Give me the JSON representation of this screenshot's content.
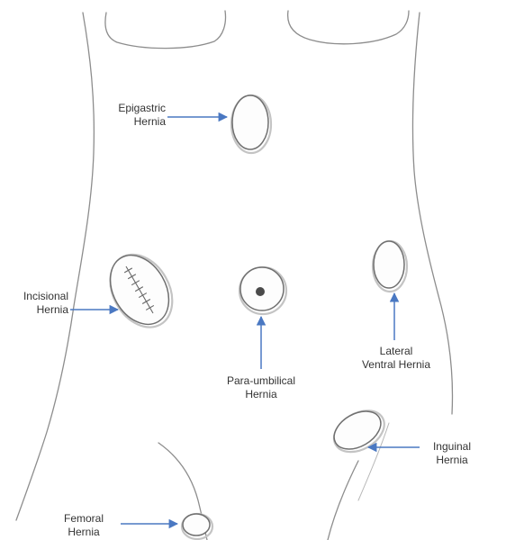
{
  "labels": {
    "epigastric": {
      "line1": "Epigastric",
      "line2": "Hernia"
    },
    "incisional": {
      "line1": "Incisional",
      "line2": "Hernia"
    },
    "para_umbilical": {
      "line1": "Para-umbilical",
      "line2": "Hernia"
    },
    "lateral_ventral": {
      "line1": "Lateral",
      "line2": "Ventral Hernia"
    },
    "inguinal": {
      "line1": "Inguinal",
      "line2": "Hernia"
    },
    "femoral": {
      "line1": "Femoral",
      "line2": "Hernia"
    }
  },
  "colors": {
    "arrow": "#4a78c2",
    "sketch": "#8d8d8d",
    "label_text": "#333333"
  }
}
